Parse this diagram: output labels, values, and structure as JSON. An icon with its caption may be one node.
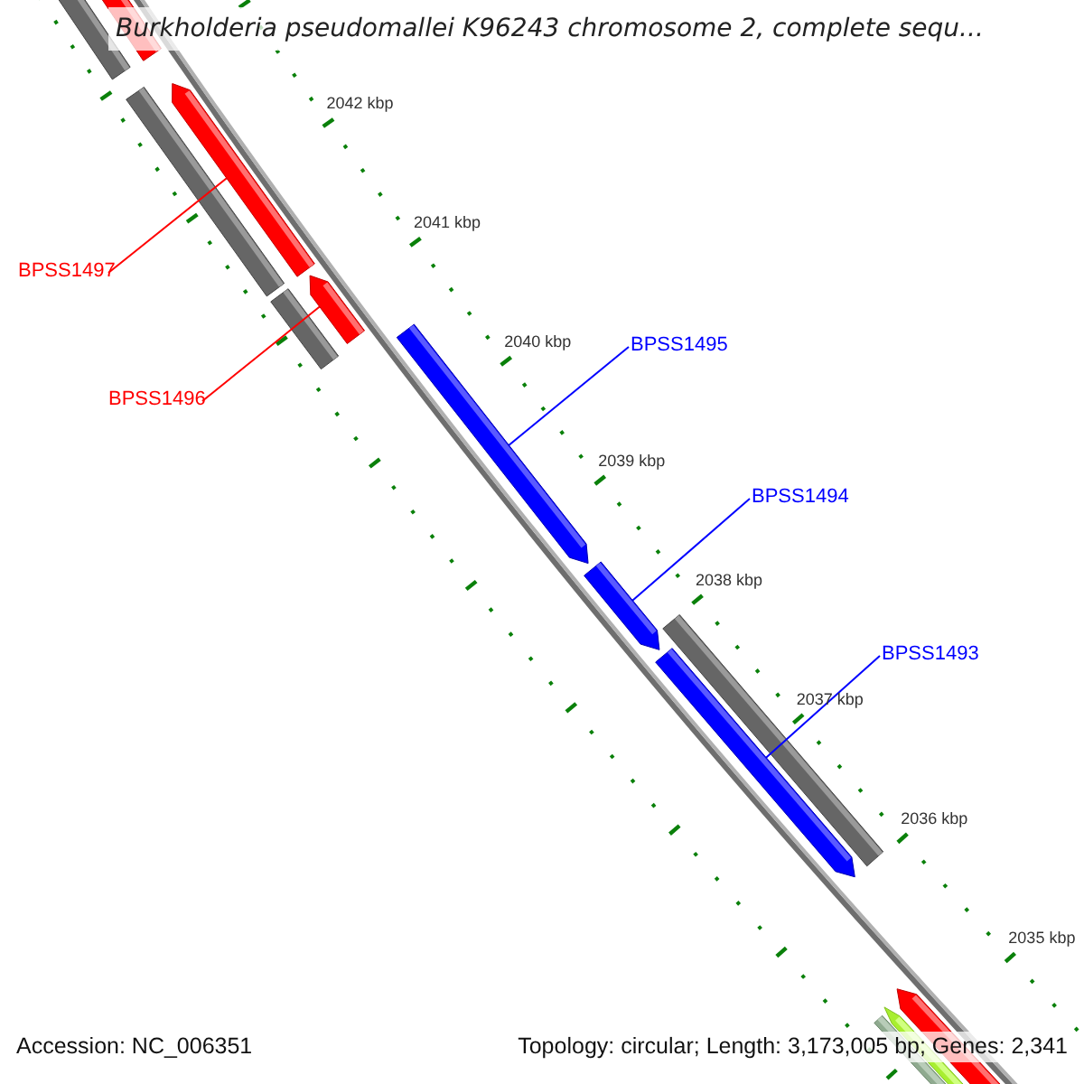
{
  "diagram": {
    "title": "Burkholderia pseudomallei K96243 chromosome 2, complete sequ...",
    "nodes": [
      {
        "text": [
          "BPSS1497"
        ]
      },
      {
        "text": [],
        "shape": "bar"
      },
      {
        "text": [
          "BPSS1496"
        ]
      },
      {
        "text": [],
        "shape": "bar"
      },
      {
        "text": [
          "BPSS1495"
        ]
      },
      {
        "text": [],
        "shape": "bar"
      },
      {
        "text": [
          "BPSS1494"
        ]
      },
      {
        "text": [],
        "shape": "bar"
      },
      {
        "text": [
          "BPSS1493"
        ]
      },
      {
        "text": [],
        "shape": "bar"
      }
    ],
    "edges": [
      {
        "from": 0,
        "to": 1,
        "arrow": "none",
        "color": "#ff0000"
      },
      {
        "from": 2,
        "to": 3,
        "arrow": "none",
        "color": "#ff0000"
      },
      {
        "from": 4,
        "to": 5,
        "arrow": "none"
      },
      {
        "from": 6,
        "to": 7,
        "arrow": "none"
      },
      {
        "from": 8,
        "to": 9,
        "arrow": "none"
      }
    ],
    "labels": [
      "2042 kbp",
      "2041 kbp",
      "2040 kbp",
      "2039 kbp",
      "2038 kbp",
      "2037 kbp",
      "2036 kbp",
      "2035 kbp",
      "Accession: NC_006351",
      "Topology: circular; Length: 3,173,005 bp; Genes: 2,341"
    ]
  }
}
